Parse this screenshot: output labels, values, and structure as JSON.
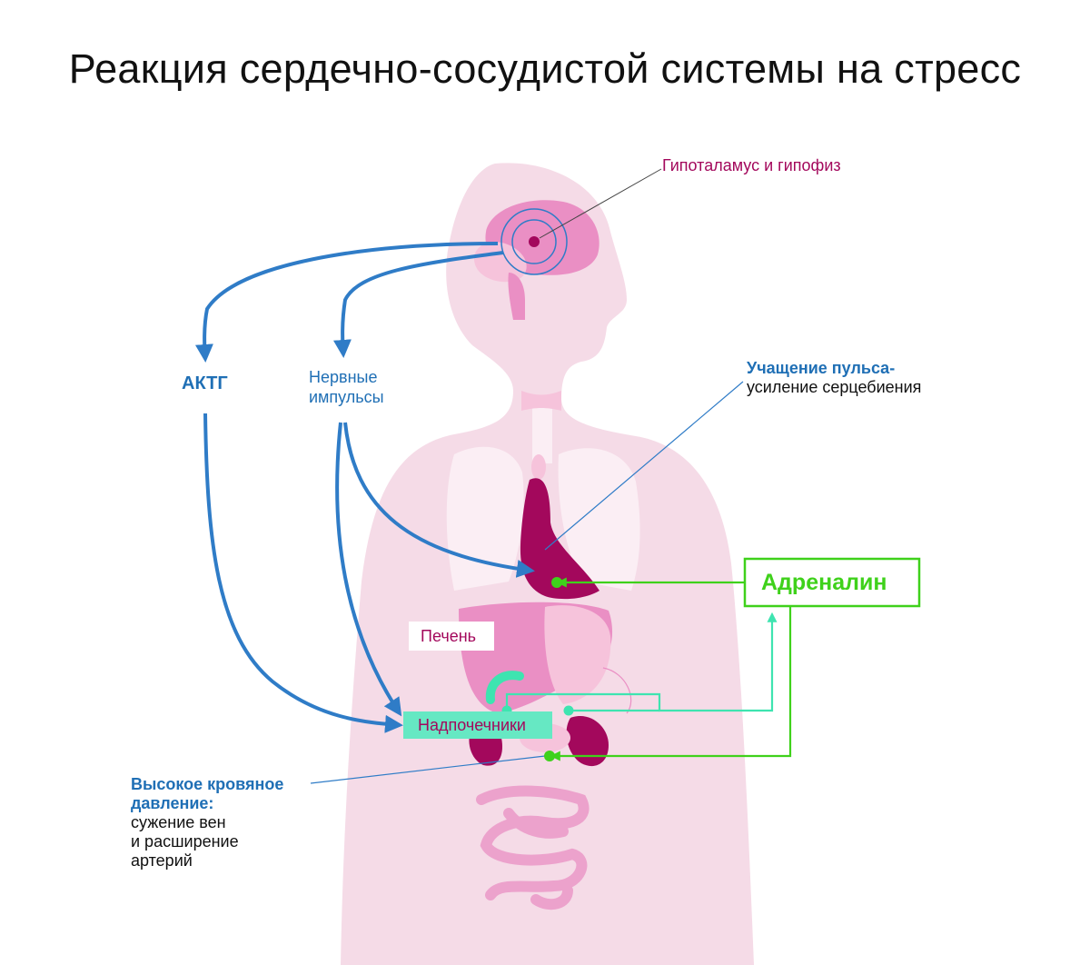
{
  "title": "Реакция сердечно-сосудистой системы на стресс",
  "labels": {
    "hypothalamus": "Гипоталамус и гипофиз",
    "actg": "АКТГ",
    "nerve_line1": "Нервные",
    "nerve_line2": "импульсы",
    "pulse_bold": "Учащение пульса-",
    "pulse_text": "усиление серцебиения",
    "adrenaline": "Адреналин",
    "liver": "Печень",
    "adrenal": "Надпочечники",
    "pressure_bold1": "Высокое кровяное",
    "pressure_bold2": "давление:",
    "pressure_text1": "сужение вен",
    "pressure_text2": "и расширение",
    "pressure_text3": "артерий"
  },
  "colors": {
    "body_silhouette": "#f5dbe7",
    "organ_light": "#fbeef4",
    "organ_pink": "#ea8fc4",
    "organ_dark": "#a3085c",
    "arrow_blue": "#2f7cc7",
    "label_blue": "#1f6fb5",
    "adrenaline_green": "#3fd11b",
    "teal": "#3ee4b0",
    "label_magenta": "#a3085c"
  }
}
